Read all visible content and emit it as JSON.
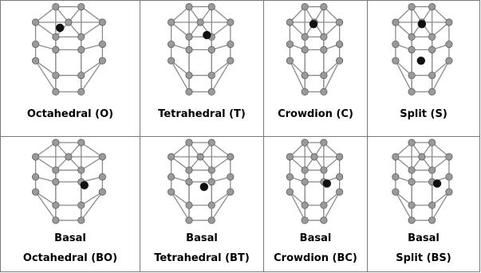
{
  "cells": [
    {
      "label": "Octahedral (O)",
      "interstitial": "octahedral"
    },
    {
      "label": "Tetrahedral (T)",
      "interstitial": "tetrahedral"
    },
    {
      "label": "Crowdion (C)",
      "interstitial": "crowdion"
    },
    {
      "label": "Split (S)",
      "interstitial": "split"
    },
    {
      "label_top": "Basal",
      "label_bottom": "Octahedral (BO)",
      "interstitial": "basal-octahedral"
    },
    {
      "label_top": "Basal",
      "label_bottom": "Tetrahedral (BT)",
      "interstitial": "basal-tetrahedral"
    },
    {
      "label_top": "Basal",
      "label_bottom": "Crowdion (BC)",
      "interstitial": "basal-crowdion"
    },
    {
      "label_top": "Basal",
      "label_bottom": "Split (BS)",
      "interstitial": "basal-split"
    }
  ],
  "colors": {
    "host_atom": "#9a9a9a",
    "interstitial_atom": "#111111",
    "bond": "#8c8c8c",
    "border": "#7a7a7a"
  }
}
